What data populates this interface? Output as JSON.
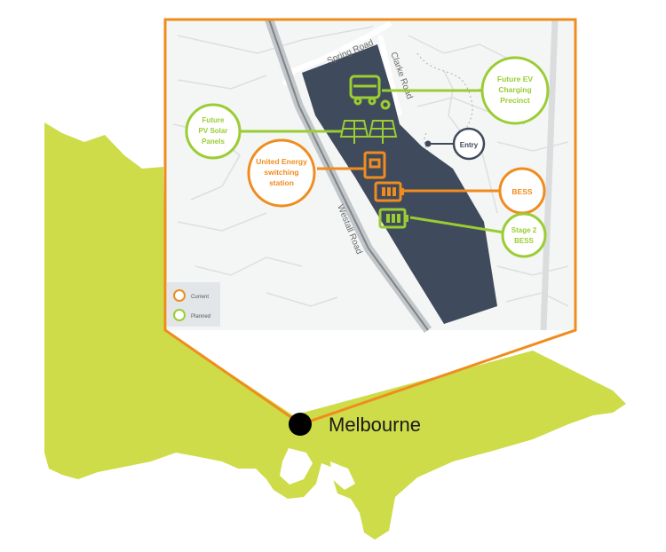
{
  "city": {
    "name": "Melbourne"
  },
  "roads": {
    "spring": "Spring Road",
    "clarke": "Clarke Road",
    "westall": "Westall Road"
  },
  "callouts": {
    "ev": {
      "line1": "Future EV",
      "line2": "Charging",
      "line3": "Precinct"
    },
    "pv": {
      "line1": "Future",
      "line2": "PV Solar",
      "line3": "Panels"
    },
    "ue": {
      "line1": "United Energy",
      "line2": "switching",
      "line3": "station"
    },
    "entry": {
      "label": "Entry"
    },
    "bess": {
      "label": "BESS"
    },
    "stage2": {
      "line1": "Stage 2",
      "line2": "BESS"
    }
  },
  "legend": {
    "current": "Current",
    "planned": "Planned"
  },
  "colors": {
    "current": "#f08c1e",
    "planned": "#9acd32",
    "land": "#cddc48",
    "site": "#3f4a5c",
    "entry": "#3f4a5c",
    "city_dot": "#000000"
  }
}
